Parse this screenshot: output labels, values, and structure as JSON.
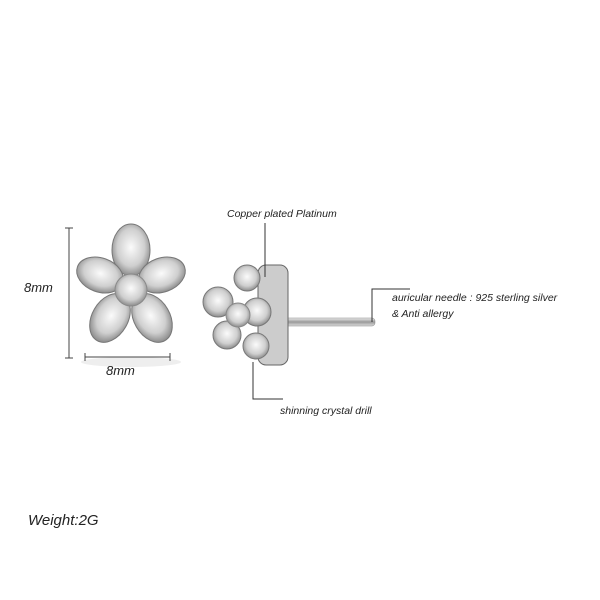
{
  "labels": {
    "height_dim": "8mm",
    "width_dim": "8mm",
    "top_callout": "Copper plated Platinum",
    "needle_line1": "auricular needle  : 925 sterling silver",
    "needle_line2": "& Anti allergy",
    "bottom_callout": "shinning crystal drill",
    "weight": "Weight:2G"
  },
  "colors": {
    "background": "#ffffff",
    "text": "#222222",
    "metal": "#9a9a9a"
  }
}
